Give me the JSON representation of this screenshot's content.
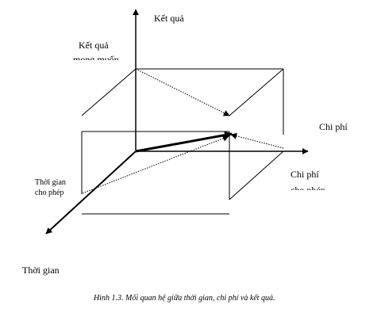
{
  "labels": {
    "result": "Kết quả",
    "desired_result_line1": "Kết quả",
    "desired_result_line2": "mong muốn",
    "cost": "Chi phí",
    "allowed_cost_line1": "Chi phí",
    "allowed_cost_line2": "cho phép",
    "allowed_time_line1": "Thời gian",
    "allowed_time_line2": "cho phép",
    "time": "Thời gian"
  },
  "caption": "Hình 1.3. Mối quan hệ giữa thời gian, chi phí và kết quả.",
  "colors": {
    "ink": "#000000",
    "background": "#ffffff"
  }
}
